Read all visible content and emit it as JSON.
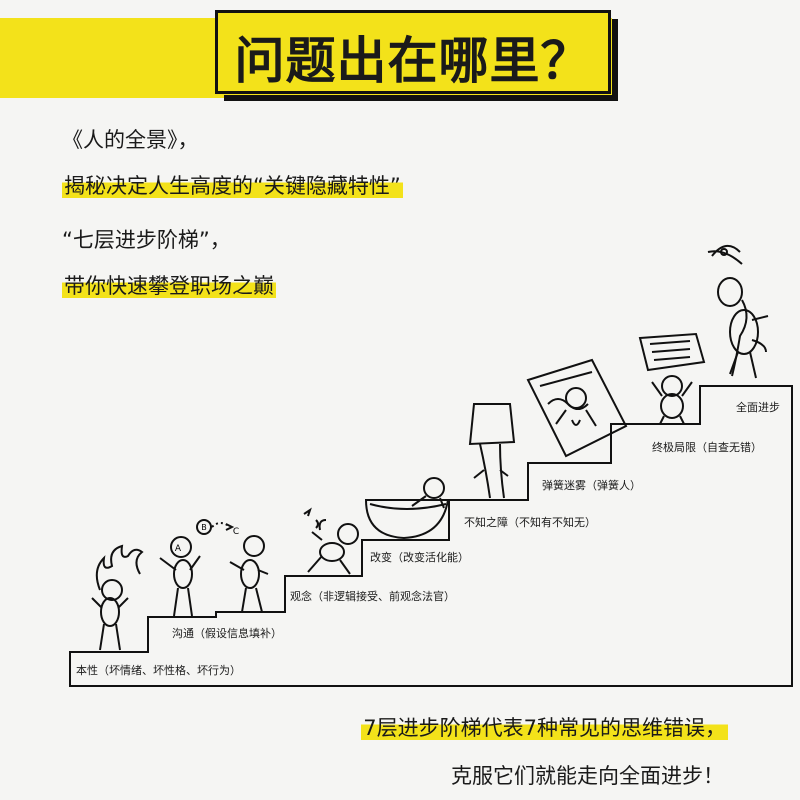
{
  "title": "问题出在哪里？",
  "intro": {
    "line1": "《人的全景》，",
    "line2": "揭秘决定人生高度的“关键隐藏特性”",
    "line3": "“七层进步阶梯”，",
    "line4": "带你快速攀登职场之巅"
  },
  "steps": [
    "本性（坏情绪、坏性格、坏行为）",
    "沟通（假设信息填补）",
    "观念（非逻辑接受、前观念法官）",
    "改变（改变活化能）",
    "不知之障（不知有不知无）",
    "弹簧迷雾（弹簧人）",
    "终极局限（自查无错）",
    "全面进步"
  ],
  "figure_marks": {
    "a": "A",
    "b": "B",
    "c": "C"
  },
  "bottom": {
    "line1": "7层进步阶梯代表7种常见的思维错误，",
    "line2": "克服它们就能走向全面进步！"
  },
  "colors": {
    "accent": "#f3e21a",
    "ink": "#111111",
    "background": "#f5f5f3"
  }
}
